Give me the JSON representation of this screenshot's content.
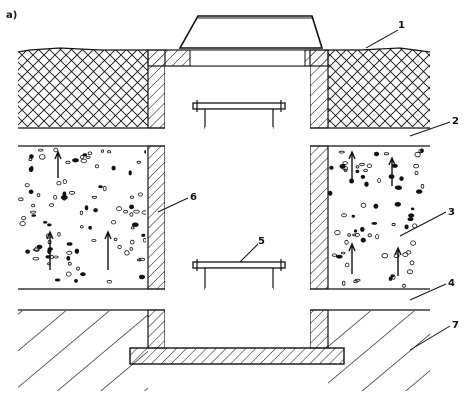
{
  "figure": {
    "panel_label": "a)",
    "callouts": {
      "c1": "1",
      "c2": "2",
      "c3": "3",
      "c4": "4",
      "c5": "5",
      "c6": "6",
      "c7": "7"
    }
  },
  "colors": {
    "ink": "#111111",
    "paper": "#ffffff"
  }
}
